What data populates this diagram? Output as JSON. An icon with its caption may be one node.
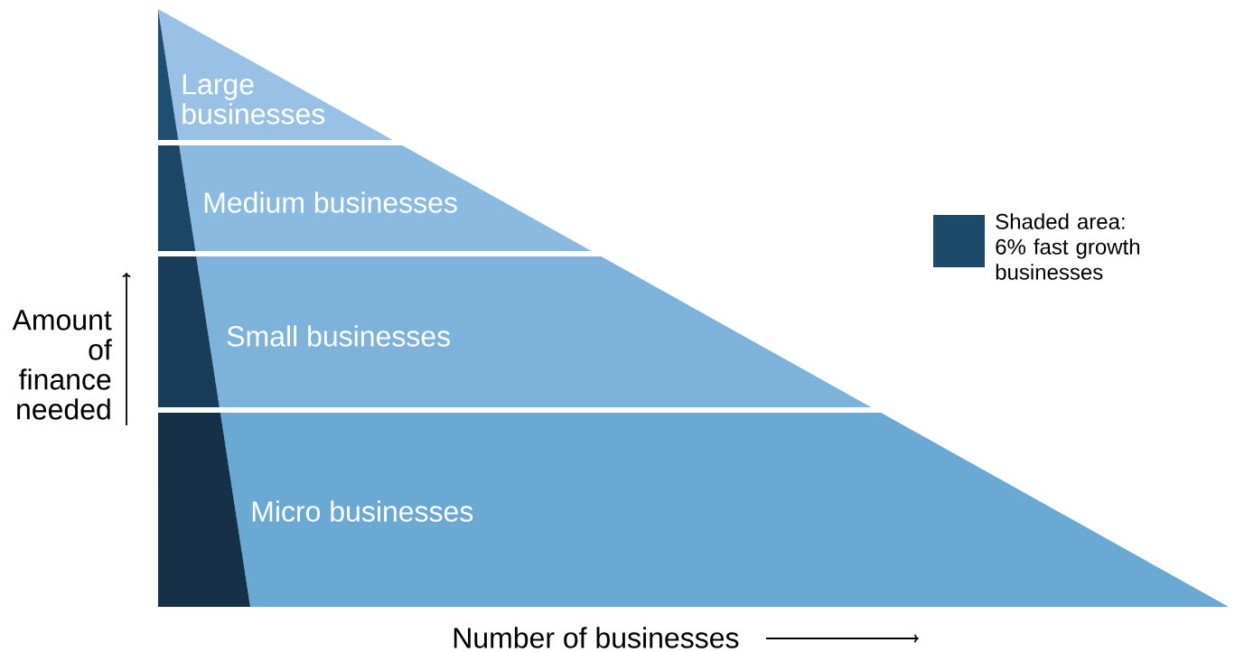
{
  "diagram": {
    "nodes": [
      {
        "text": [
          "Large businesses"
        ]
      },
      {
        "text": [
          "Medium businesses"
        ]
      },
      {
        "text": [
          "Small businesses"
        ]
      },
      {
        "text": [
          "Micro businesses"
        ]
      }
    ],
    "labels": [
      "Amount of finance needed",
      "Number of businesses"
    ],
    "legend": [
      {
        "text": "Shaded area: 6% fast growth businesses",
        "color": "#1b4a6b"
      }
    ]
  }
}
